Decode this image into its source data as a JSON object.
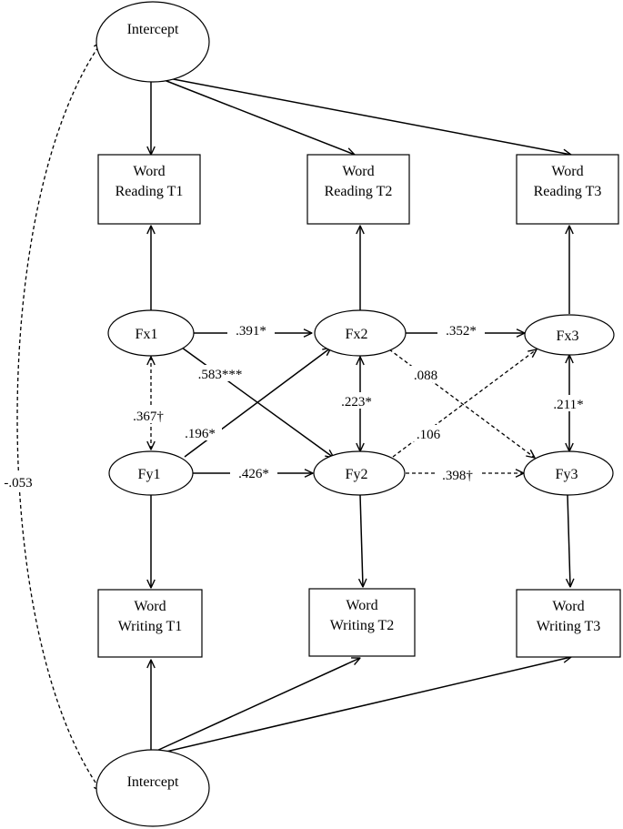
{
  "nodes": {
    "intercept_top": {
      "label": "Intercept"
    },
    "word_reading_t1": {
      "line1": "Word",
      "line2": "Reading T1"
    },
    "word_reading_t2": {
      "line1": "Word",
      "line2": "Reading T2"
    },
    "word_reading_t3": {
      "line1": "Word",
      "line2": "Reading T3"
    },
    "fx1": {
      "label": "Fx1"
    },
    "fx2": {
      "label": "Fx2"
    },
    "fx3": {
      "label": "Fx3"
    },
    "fy1": {
      "label": "Fy1"
    },
    "fy2": {
      "label": "Fy2"
    },
    "fy3": {
      "label": "Fy3"
    },
    "word_writing_t1": {
      "line1": "Word",
      "line2": "Writing T1"
    },
    "word_writing_t2": {
      "line1": "Word",
      "line2": "Writing T2"
    },
    "word_writing_t3": {
      "line1": "Word",
      "line2": "Writing T3"
    },
    "intercept_bottom": {
      "label": "Intercept"
    }
  },
  "edges": {
    "fx1_fx2": ".391*",
    "fx2_fx3": ".352*",
    "fx1_fy2": ".583***",
    "fx2_fy3": ".088",
    "fx1_fy1": ".367†",
    "fx2_fy2": ".223*",
    "fx3_fy3": ".211*",
    "fy1_fx2": ".196*",
    "fy2_fx3": ".106",
    "fy1_fy2": ".426*",
    "fy2_fy3": ".398†",
    "intercept_covariance": "-.053"
  }
}
